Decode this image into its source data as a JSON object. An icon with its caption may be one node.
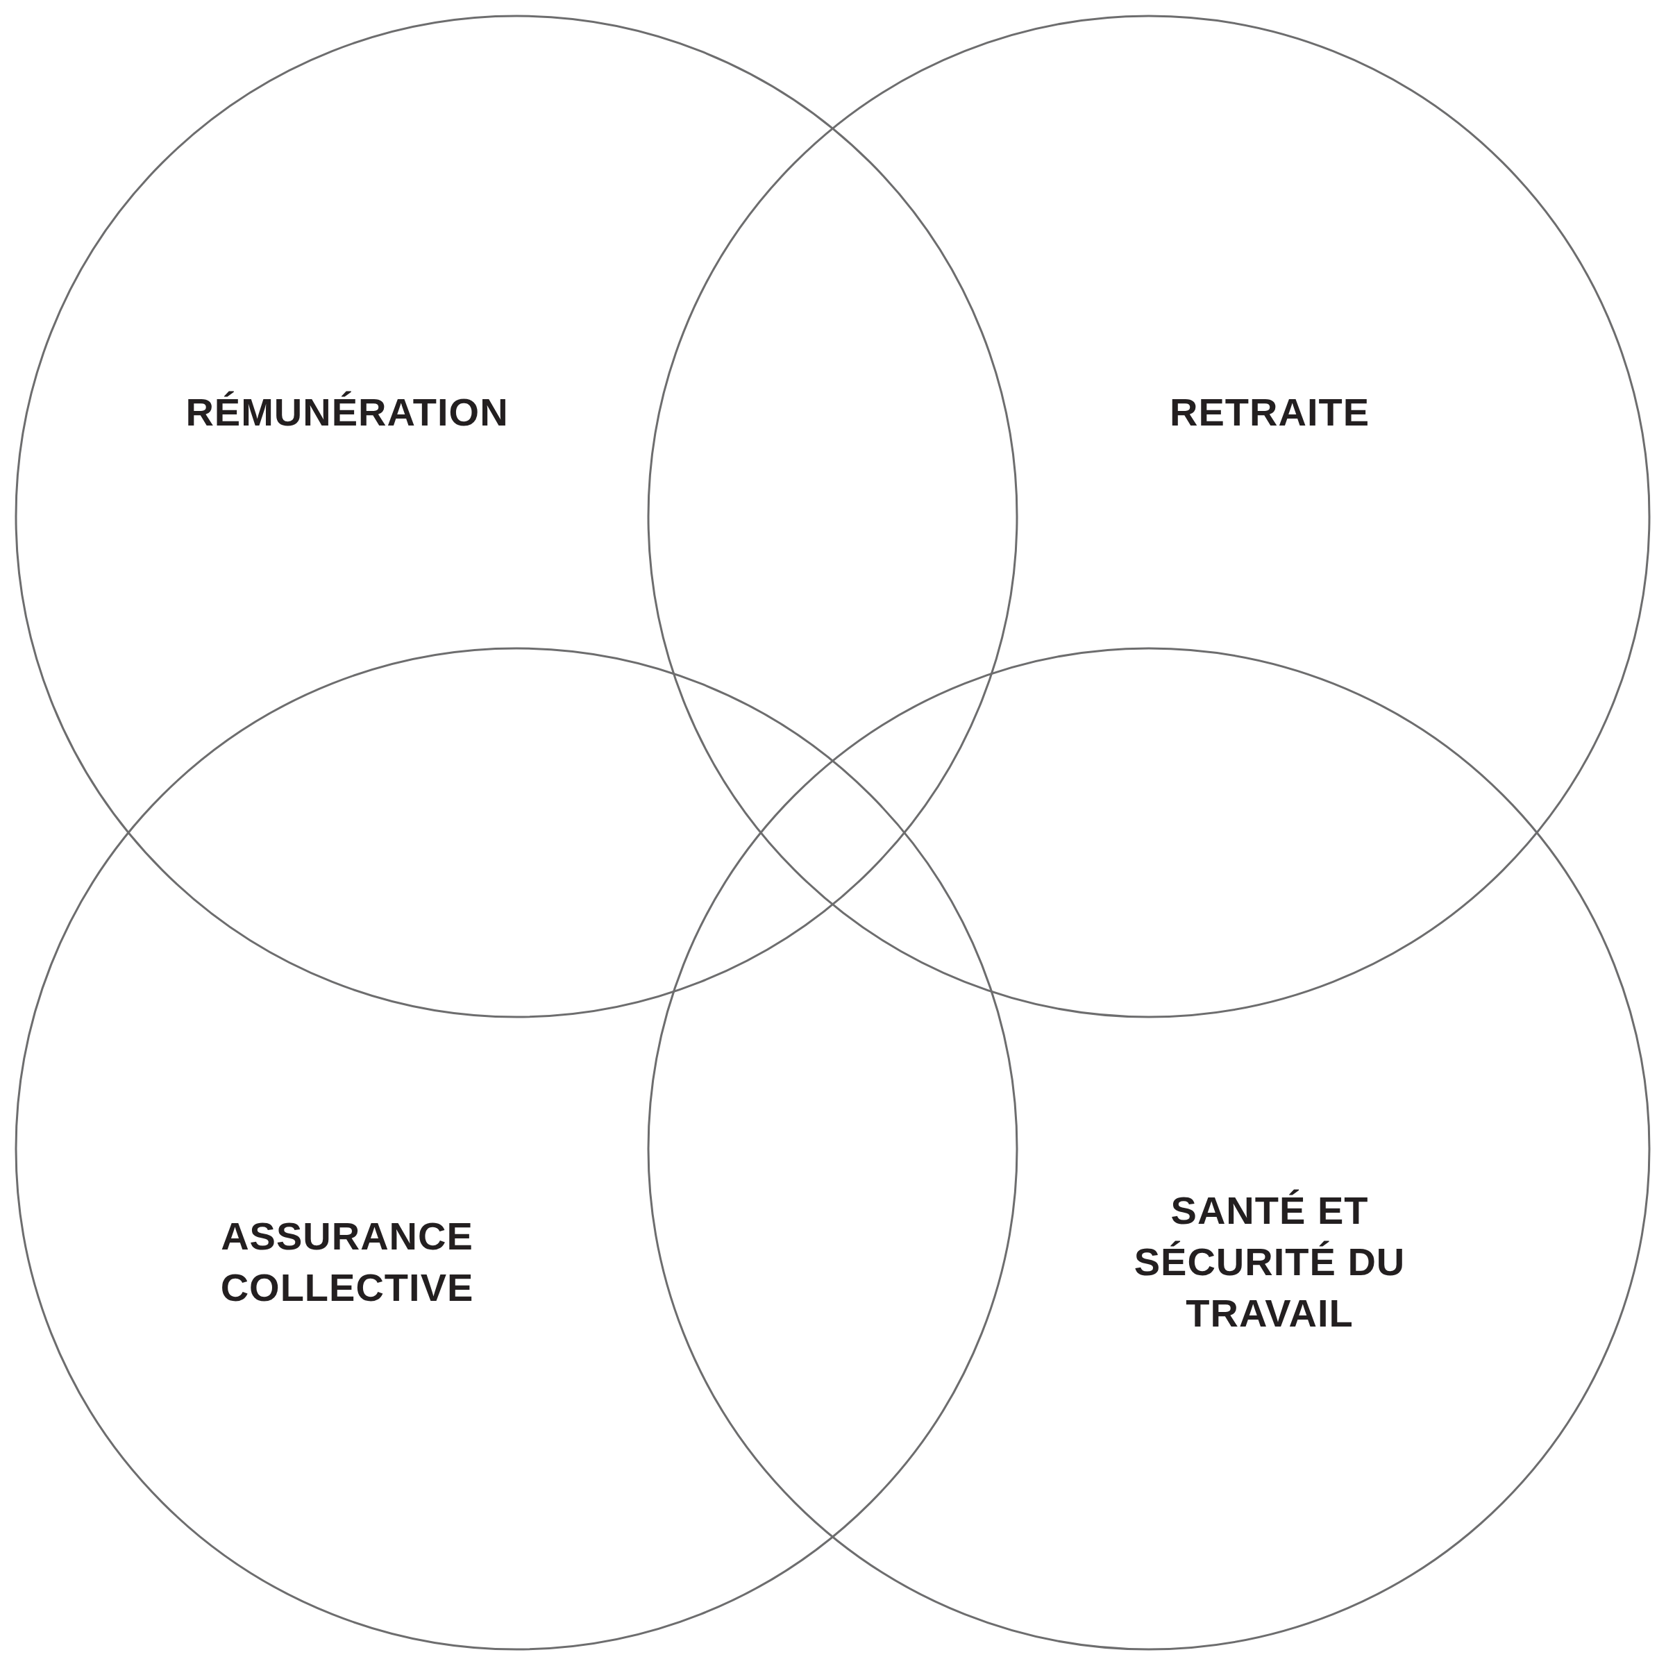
{
  "diagram": {
    "nodes": [
      {
        "text": [
          "RÉMUNÉRATION"
        ]
      },
      {
        "text": [
          "RETRAITE"
        ]
      },
      {
        "text": [
          "ASSURANCE COLLECTIVE"
        ]
      },
      {
        "text": [
          "SANTÉ ET SÉCURITÉ DU TRAVAIL"
        ]
      }
    ],
    "edges": []
  }
}
